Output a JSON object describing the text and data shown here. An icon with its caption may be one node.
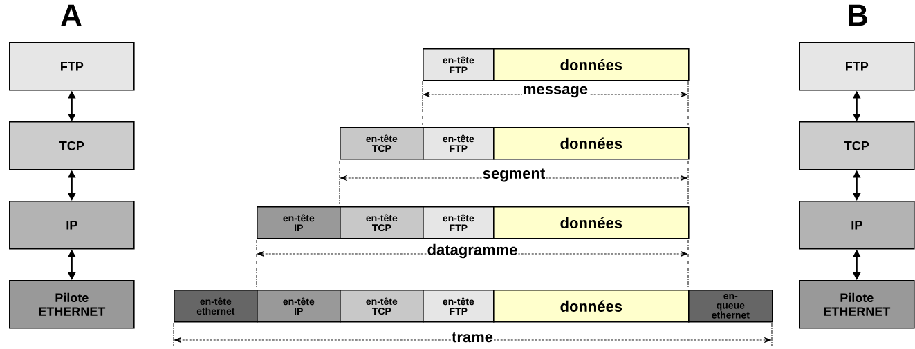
{
  "diagram": {
    "nodes": [
      {
        "text": [
          "FTP"
        ]
      },
      {
        "text": [
          "TCP"
        ]
      },
      {
        "text": [
          "IP"
        ]
      },
      {
        "text": [
          "Pilote ETHERNET"
        ]
      },
      {
        "text": [
          "en-tête FTP"
        ]
      },
      {
        "text": [
          "données"
        ]
      },
      {
        "text": [
          "en-tête TCP"
        ]
      },
      {
        "text": [
          "en-tête FTP"
        ]
      },
      {
        "text": [
          "données"
        ]
      },
      {
        "text": [
          "en-tête IP"
        ]
      },
      {
        "text": [
          "en-tête TCP"
        ]
      },
      {
        "text": [
          "en-tête FTP"
        ]
      },
      {
        "text": [
          "données"
        ]
      },
      {
        "text": [
          "en-tête ethernet"
        ]
      },
      {
        "text": [
          "en-tête IP"
        ]
      },
      {
        "text": [
          "en-tête TCP"
        ]
      },
      {
        "text": [
          "en-tête FTP"
        ]
      },
      {
        "text": [
          "données"
        ]
      },
      {
        "text": [
          "en-queue ethernet"
        ]
      },
      {
        "text": [
          "FTP"
        ]
      },
      {
        "text": [
          "TCP"
        ]
      },
      {
        "text": [
          "IP"
        ]
      },
      {
        "text": [
          "Pilote ETHERNET"
        ]
      }
    ],
    "edges": [
      {
        "from": 0,
        "to": 1,
        "arrow": "both"
      },
      {
        "from": 1,
        "to": 2,
        "arrow": "both"
      },
      {
        "from": 2,
        "to": 3,
        "arrow": "both"
      },
      {
        "from": 19,
        "to": 20,
        "arrow": "both"
      },
      {
        "from": 20,
        "to": 21,
        "arrow": "both"
      },
      {
        "from": 21,
        "to": 22,
        "arrow": "both"
      }
    ],
    "labels": [
      "A",
      "B",
      "message",
      "segment",
      "datagramme",
      "trame"
    ]
  }
}
